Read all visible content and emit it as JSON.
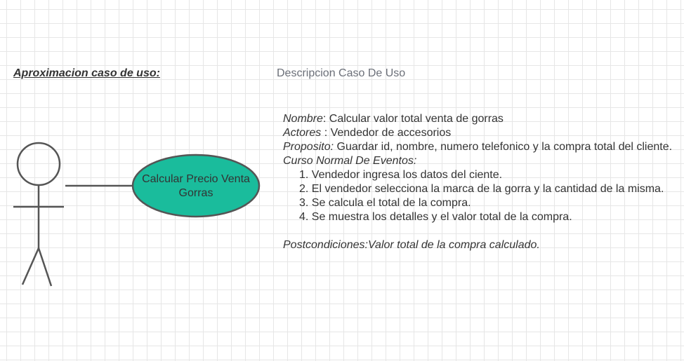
{
  "section_title": "Aproximacion caso de uso:",
  "description_heading": "Descripcion Caso De Uso",
  "use_case": {
    "label": "Calcular Precio Venta Gorras",
    "fill_color": "#1abc9c"
  },
  "description": {
    "nombre": {
      "label": "Nombre",
      "value": ": Calcular valor total venta de gorras"
    },
    "actores": {
      "label": "Actores",
      "value": " : Vendedor de accesorios"
    },
    "proposito": {
      "label": "Proposito:",
      "value": " Guardar id, nombre, numero telefonico y la compra total del cliente."
    },
    "curso": {
      "label": "Curso Normal De Eventos:"
    },
    "steps": [
      "1. Vendedor ingresa los datos del ciente.",
      "2. El vendedor selecciona la marca de la gorra y la cantidad de la misma.",
      "3. Se calcula el total de la compra.",
      "4. Se muestra los detalles y el valor total de la compra."
    ],
    "postcondiciones": "Postcondiciones:Valor total de la compra calculado."
  }
}
